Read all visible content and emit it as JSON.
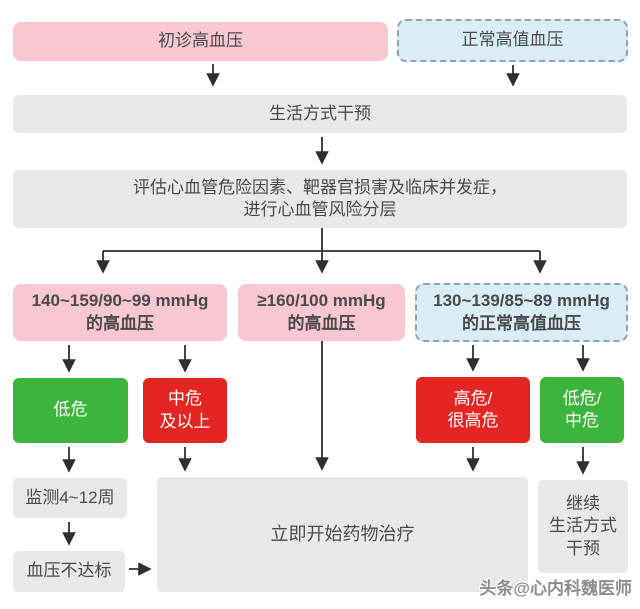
{
  "colors": {
    "pink": "#f8c7d1",
    "blue_fill": "#d9edf7",
    "blue_border": "#8ba4b2",
    "gray": "#e9e8e8",
    "green": "#3db53c",
    "red": "#e52521",
    "text_dark": "#4a4a4a",
    "text_light": "#ffffff",
    "arrow": "#2f2f2f"
  },
  "nodes": {
    "initial_hypertension": {
      "label": "初诊高血压"
    },
    "normal_high_bp": {
      "label": "正常高值血压"
    },
    "lifestyle_intervention": {
      "label": "生活方式干预"
    },
    "assessment": {
      "line1": "评估心血管危险因素、靶器官损害及临床并发症，",
      "line2": "进行心血管风险分层"
    },
    "bp_140_159": {
      "line1": "140~159/90~99 mmHg",
      "line2": "的高血压"
    },
    "bp_ge_160": {
      "line1": "≥160/100 mmHg",
      "line2": "的高血压"
    },
    "bp_130_139": {
      "line1": "130~139/85~89 mmHg",
      "line2": "的正常高值血压"
    },
    "low_risk": {
      "label": "低危"
    },
    "mid_risk_above": {
      "line1": "中危",
      "line2": "及以上"
    },
    "high_very_high_risk": {
      "line1": "高危/",
      "line2": "很高危"
    },
    "low_mid_risk": {
      "line1": "低危/",
      "line2": "中危"
    },
    "monitor_weeks": {
      "label": "监测4~12周"
    },
    "bp_not_reached": {
      "label": "血压不达标"
    },
    "start_drug_therapy": {
      "label": "立即开始药物治疗"
    },
    "continue_lifestyle": {
      "line1": "继续",
      "line2": "生活方式",
      "line3": "干预"
    }
  },
  "watermark": {
    "text": "头条@心内科魏医师"
  }
}
